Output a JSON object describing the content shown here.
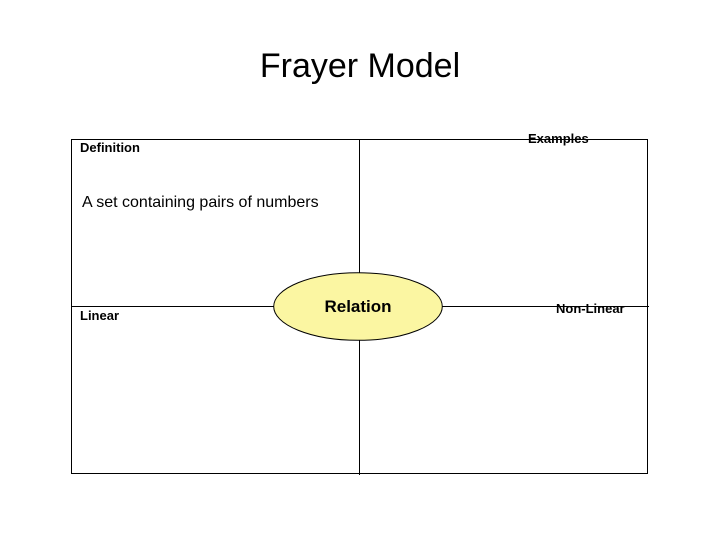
{
  "slide": {
    "title": "Frayer Model",
    "background_color": "#ffffff"
  },
  "frayer": {
    "center": {
      "term": "Relation",
      "shape": "ellipse",
      "fill_color": "#fbf6a2",
      "border_color": "#000000"
    },
    "quadrants": {
      "top_left": {
        "heading": "Definition",
        "body": "A set containing pairs of numbers"
      },
      "top_right": {
        "heading": "Examples",
        "body": ""
      },
      "bottom_left": {
        "heading": "Linear",
        "body": ""
      },
      "bottom_right": {
        "heading": "Non-Linear",
        "body": ""
      }
    },
    "border_color": "#000000"
  }
}
